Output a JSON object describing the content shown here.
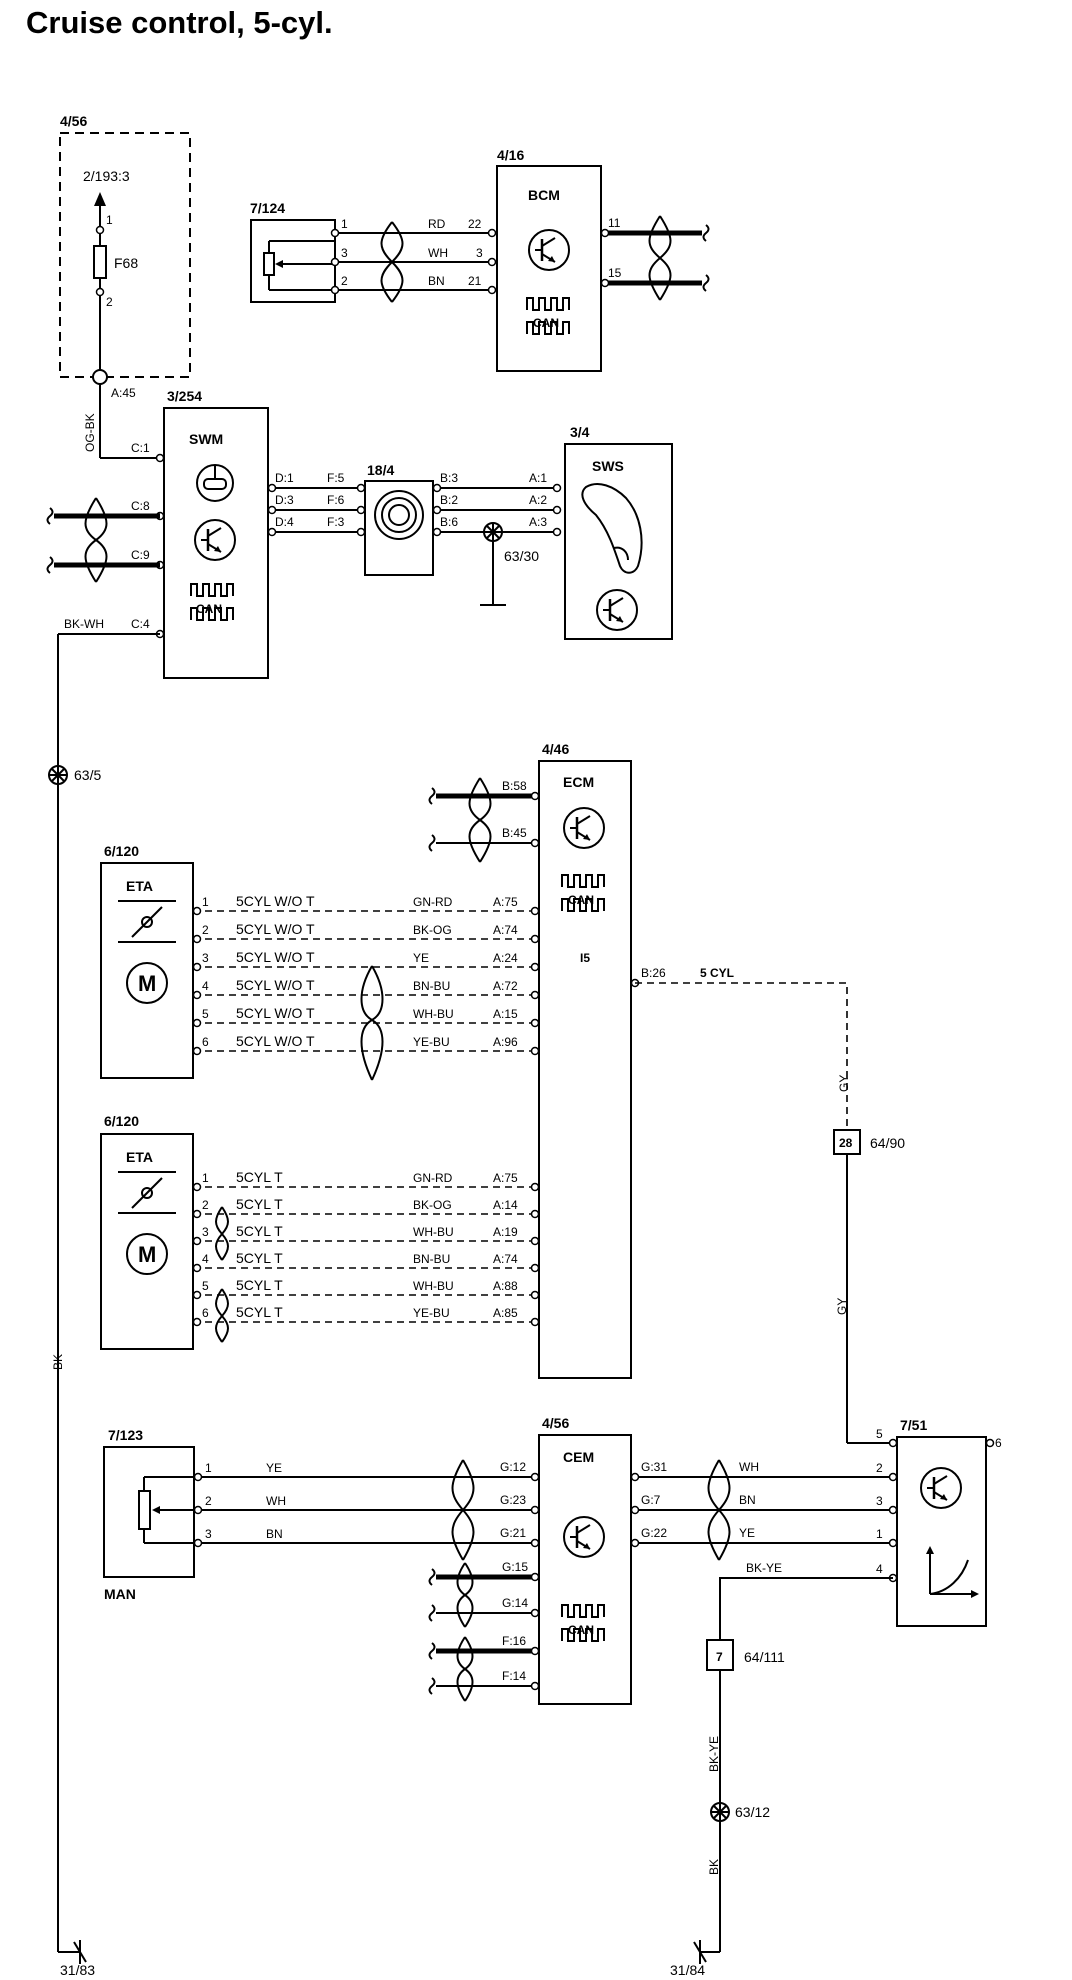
{
  "title": "Cruise control, 5-cyl.",
  "fuse_group": {
    "ref": "4/56",
    "dest": "2/193:3",
    "fuse": "F68",
    "pin_top": "1",
    "pin_bottom": "2",
    "conn": "A:45",
    "wire": "OG-BK"
  },
  "bcm": {
    "ref": "4/16",
    "name": "BCM",
    "can": "CAN",
    "pins": [
      "22",
      "3",
      "21"
    ],
    "out_pins": [
      "11",
      "15"
    ]
  },
  "sensor_7124": {
    "ref": "7/124",
    "pins": [
      "1",
      "3",
      "2"
    ],
    "wires": [
      "RD",
      "WH",
      "BN"
    ]
  },
  "swm": {
    "ref": "3/254",
    "name": "SWM",
    "can": "CAN",
    "pins": [
      "C:1",
      "C:8",
      "C:9",
      "C:4"
    ],
    "d_pins": [
      "D:1",
      "D:3",
      "D:4"
    ],
    "wire_c4": "BK-WH"
  },
  "clockspring": {
    "ref": "18/4",
    "f_pins": [
      "F:5",
      "F:6",
      "F:3"
    ],
    "b_pins": [
      "B:3",
      "B:2",
      "B:6"
    ]
  },
  "sws": {
    "ref": "3/4",
    "name": "SWS",
    "pins": [
      "A:1",
      "A:2",
      "A:3"
    ]
  },
  "grounds": {
    "g6330": "63/30",
    "g635": "63/5",
    "g6312": "63/12",
    "g3183": "31/83",
    "g3184": "31/84"
  },
  "ecm": {
    "ref": "4/46",
    "name": "ECM",
    "can": "CAN",
    "engine": "I5",
    "bus_pins": [
      "B:58",
      "B:45"
    ],
    "out_pin": "B:26",
    "out_label": "5 CYL"
  },
  "eta_wot": {
    "ref": "6/120",
    "name": "ETA",
    "motor": "M",
    "pins": [
      "1",
      "2",
      "3",
      "4",
      "5",
      "6"
    ],
    "variants": [
      "5CYL W/O T",
      "5CYL W/O T",
      "5CYL W/O T",
      "5CYL W/O T",
      "5CYL W/O T",
      "5CYL W/O T"
    ],
    "wires": [
      "GN-RD",
      "BK-OG",
      "YE",
      "BN-BU",
      "WH-BU",
      "YE-BU"
    ],
    "ecm_pins": [
      "A:75",
      "A:74",
      "A:24",
      "A:72",
      "A:15",
      "A:96"
    ]
  },
  "eta_t": {
    "ref": "6/120",
    "name": "ETA",
    "motor": "M",
    "pins": [
      "1",
      "2",
      "3",
      "4",
      "5",
      "6"
    ],
    "variants": [
      "5CYL T",
      "5CYL T",
      "5CYL T",
      "5CYL T",
      "5CYL T",
      "5CYL T"
    ],
    "wires": [
      "GN-RD",
      "BK-OG",
      "WH-BU",
      "BN-BU",
      "WH-BU",
      "YE-BU"
    ],
    "ecm_pins": [
      "A:75",
      "A:14",
      "A:19",
      "A:74",
      "A:88",
      "A:85"
    ]
  },
  "junction_2890": {
    "num": "28",
    "ref": "64/90",
    "wire": "GY"
  },
  "junction_7111": {
    "num": "7",
    "ref": "64/111",
    "wire_top": "BK-YE",
    "wire_bottom": "BK"
  },
  "man": {
    "ref": "7/123",
    "name": "MAN",
    "pins": [
      "1",
      "2",
      "3"
    ],
    "wires": [
      "YE",
      "WH",
      "BN"
    ]
  },
  "cem": {
    "ref": "4/56",
    "name": "CEM",
    "can": "CAN",
    "in_pins": [
      "G:12",
      "G:23",
      "G:21"
    ],
    "bus_pins": [
      "G:15",
      "G:14",
      "F:16",
      "F:14"
    ],
    "out_pins": [
      "G:31",
      "G:7",
      "G:22"
    ],
    "out_wires": [
      "WH",
      "BN",
      "YE"
    ]
  },
  "pedal_751": {
    "ref": "7/51",
    "pins": [
      "5",
      "2",
      "3",
      "1",
      "4",
      "6"
    ]
  },
  "left_wire": "BK"
}
